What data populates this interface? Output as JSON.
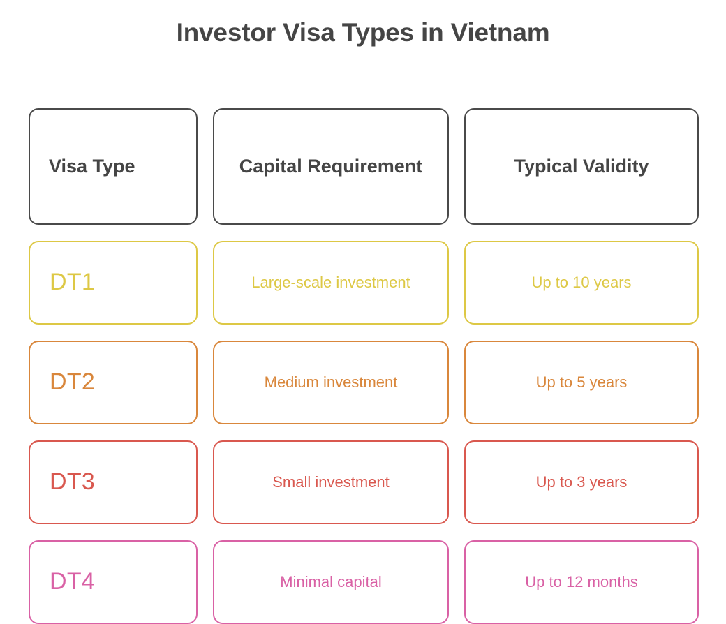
{
  "title": "Investor Visa Types in Vietnam",
  "theme": {
    "background": "#ffffff",
    "title_color": "#454545",
    "header_border": "#4a4a4a",
    "header_text": "#454545"
  },
  "table": {
    "headers": [
      {
        "label": "Visa Type"
      },
      {
        "label": "Capital Requirement"
      },
      {
        "label": "Typical Validity"
      }
    ],
    "rows": [
      {
        "visa_type": "DT1",
        "capital_requirement": "Large-scale investment",
        "typical_validity": "Up to 10 years",
        "color": "#DDC845"
      },
      {
        "visa_type": "DT2",
        "capital_requirement": "Medium investment",
        "typical_validity": "Up to 5 years",
        "color": "#D9873C"
      },
      {
        "visa_type": "DT3",
        "capital_requirement": "Small investment",
        "typical_validity": "Up to 3 years",
        "color": "#D9584F"
      },
      {
        "visa_type": "DT4",
        "capital_requirement": "Minimal capital",
        "typical_validity": "Up to 12 months",
        "color": "#D961A5"
      }
    ]
  }
}
